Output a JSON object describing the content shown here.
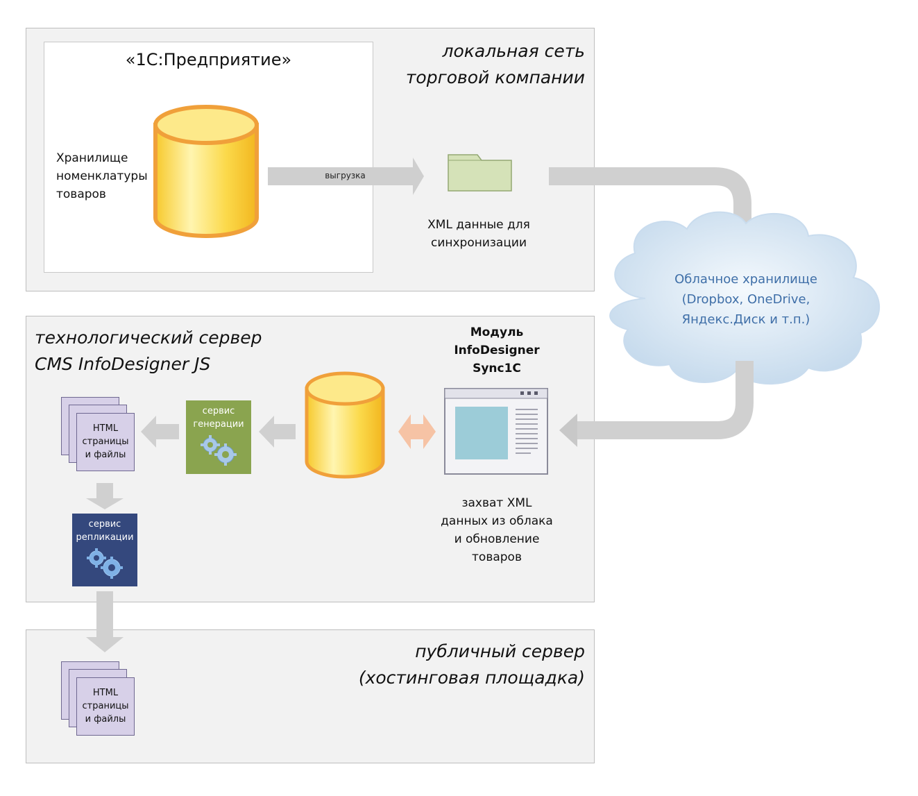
{
  "zones": {
    "local": {
      "title": [
        "локальная сеть",
        "торговой компании"
      ]
    },
    "tech": {
      "title": [
        "технологический сервер",
        "CMS InfoDesigner JS"
      ]
    },
    "public": {
      "title": [
        "публичный сервер",
        "(хостинговая площадка)"
      ]
    }
  },
  "enterprise": {
    "title": "«1С:Предприятие»",
    "storage_label": [
      "Хранилище",
      "номенклатуры",
      "товаров"
    ]
  },
  "export_arrow_label": "выгрузка",
  "xml_folder": {
    "caption": [
      "XML данные для",
      "синхронизации"
    ]
  },
  "cloud": {
    "text": [
      "Облачное хранилище",
      "(Dropbox, OneDrive,",
      "Яндекс.Диск и т.п.)"
    ]
  },
  "module": {
    "title": [
      "Модуль",
      "InfoDesigner",
      "Sync1C"
    ],
    "caption": [
      "захват XML",
      "данных из облака",
      "и обновление",
      "товаров"
    ]
  },
  "generation_service": {
    "label": [
      "сервис",
      "генерации"
    ]
  },
  "replication_service": {
    "label": [
      "сервис",
      "репликации"
    ]
  },
  "html_pages_tech": {
    "label": [
      "HTML",
      "страницы",
      "и файлы"
    ]
  },
  "html_pages_public": {
    "label": [
      "HTML",
      "страницы",
      "и файлы"
    ]
  },
  "colors": {
    "zone_bg": "#f2f2f2",
    "db_fill": "#fbd94a",
    "db_stroke": "#f0a03a",
    "folder": "#d5e2b8",
    "generation": "#8aa44f",
    "replication": "#34487d",
    "cloud": "#cfe0ef",
    "arrow": "#cfcfcf",
    "sync_arrow": "#f6c3a5"
  },
  "icons": [
    "database-icon",
    "folder-icon",
    "cloud-icon",
    "window-icon",
    "gear-icon",
    "document-stack-icon"
  ]
}
